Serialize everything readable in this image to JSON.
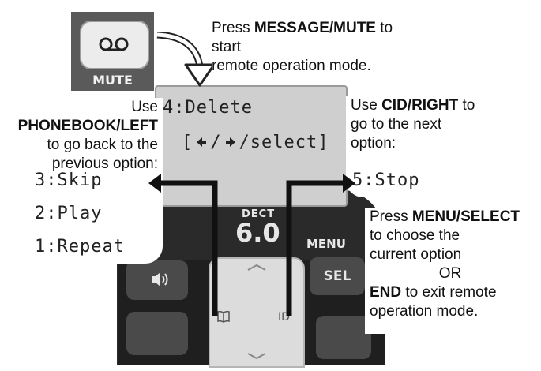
{
  "mute_button": {
    "label": "MUTE",
    "icon": "voicemail-icon"
  },
  "callout_message": {
    "prefix": "Press ",
    "key": "MESSAGE/MUTE",
    "suffix": " to start",
    "line2": "remote operation mode."
  },
  "lcd": {
    "line1": "4:Delete",
    "line2_open": "[",
    "line2_close": "/select]"
  },
  "callout_left": {
    "prefix": "Use ",
    "key": "PHONEBOOK/LEFT",
    "line2": "to go back to the",
    "line3": "previous option:",
    "options": [
      "3:Skip",
      "2:Play",
      "1:Repeat"
    ]
  },
  "callout_right": {
    "prefix": "Use ",
    "key": "CID/RIGHT",
    "suffix": " to",
    "line2": "go to the next",
    "line3": "option:",
    "next_option": "5:Stop"
  },
  "callout_select": {
    "prefix": "Press ",
    "key": "MENU/SELECT",
    "line2": "to choose the",
    "line3": "current option",
    "or": "OR",
    "end_key": "END",
    "end_suffix": " to exit remote",
    "line6": "operation mode."
  },
  "phone": {
    "logo_small": "DECT",
    "logo_big": "6.0",
    "menu_label": "MENU",
    "sel_label": "SEL"
  },
  "colors": {
    "phone_body": "#2a2a2a",
    "screen": "#cfcfcf",
    "arrow": "#111111"
  }
}
